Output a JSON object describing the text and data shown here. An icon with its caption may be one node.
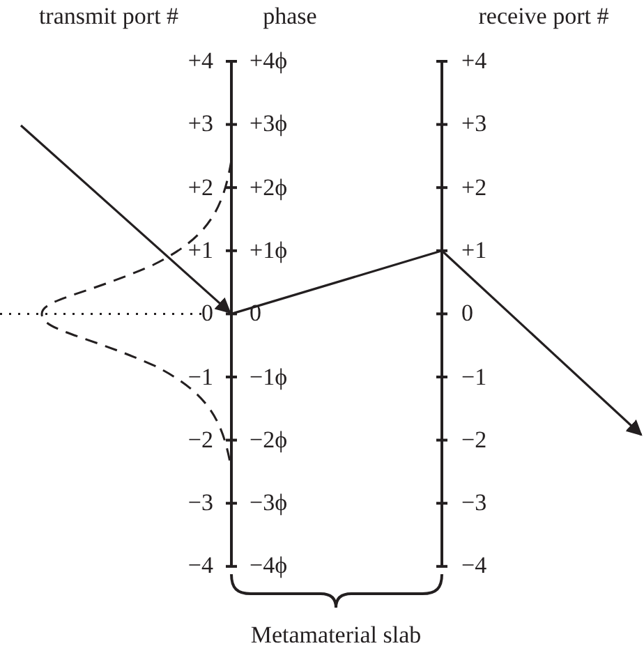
{
  "diagram": {
    "labels": [
      "transmit port #",
      "phase",
      "receive port #",
      "+4",
      "+4ϕ",
      "+4",
      "+3",
      "+3ϕ",
      "+3",
      "+2",
      "+2ϕ",
      "+2",
      "+1",
      "+1ϕ",
      "+1",
      "0",
      "0",
      "0",
      "−1",
      "−1ϕ",
      "−1",
      "−2",
      "−2ϕ",
      "−2",
      "−3",
      "−3ϕ",
      "−3",
      "−4",
      "−4ϕ",
      "−4",
      "Metamaterial slab"
    ]
  }
}
